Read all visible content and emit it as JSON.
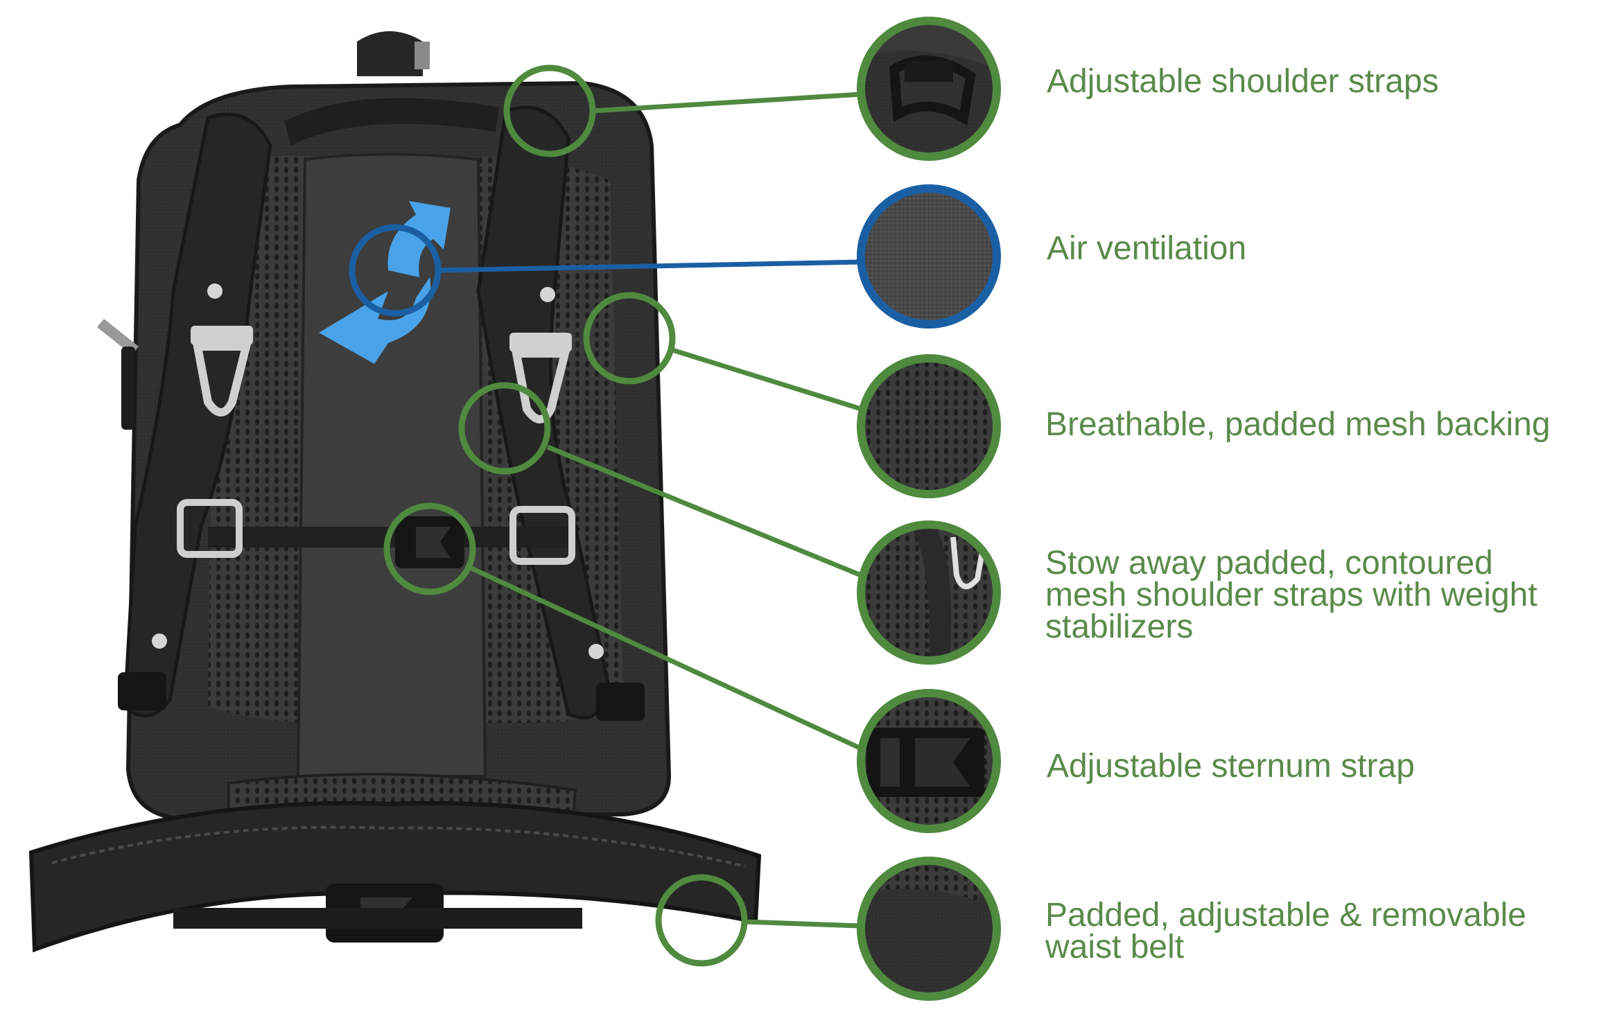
{
  "colors": {
    "callout_green": "#4f8a3f",
    "callout_blue": "#1a5fa3",
    "label_green": "#5a8a4a",
    "arrow_blue": "#4aa3e8",
    "bag_dark": "#2b2b2b",
    "bag_mid": "#3a3a3a",
    "buckle": "#151515",
    "metal": "#c9c9c9"
  },
  "features": [
    {
      "id": "shoulder-straps",
      "lines": [
        "Adjustable shoulder straps"
      ],
      "color": "green",
      "detail_icon": "d-ring-detail"
    },
    {
      "id": "air-ventilation",
      "lines": [
        "Air ventilation"
      ],
      "color": "blue",
      "detail_icon": "fabric-texture-detail"
    },
    {
      "id": "mesh-backing",
      "lines": [
        "Breathable, padded mesh backing"
      ],
      "color": "green",
      "detail_icon": "mesh-detail"
    },
    {
      "id": "stow-away-straps",
      "lines": [
        "Stow away padded, contoured",
        "mesh shoulder straps with weight",
        "stabilizers"
      ],
      "color": "green",
      "detail_icon": "carabiner-detail"
    },
    {
      "id": "sternum-strap",
      "lines": [
        "Adjustable sternum strap"
      ],
      "color": "green",
      "detail_icon": "buckle-detail"
    },
    {
      "id": "waist-belt",
      "lines": [
        "Padded, adjustable & removable",
        "waist belt"
      ],
      "color": "green",
      "detail_icon": "belt-detail"
    }
  ]
}
